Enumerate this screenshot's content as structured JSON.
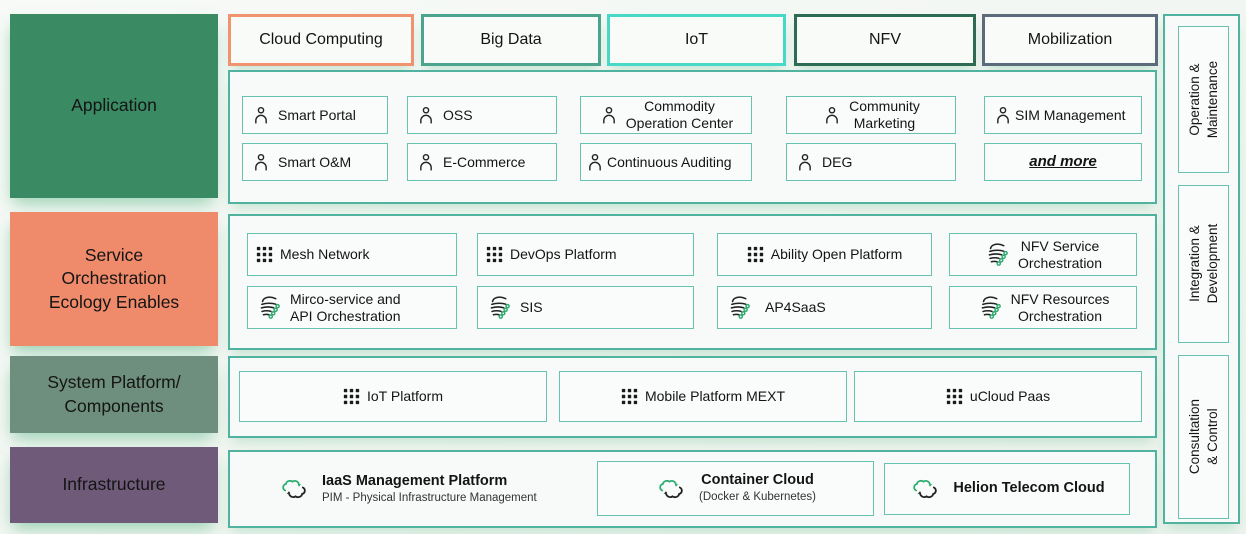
{
  "title": "Platform architecture diagram",
  "colors": {
    "application_layer": "#3a8a63",
    "service_layer": "#ef8b6b",
    "system_layer": "#6e8f7d",
    "infrastructure_layer": "#6f5b79",
    "container_border": "#4fb3a0",
    "item_border": "#68c2b0",
    "cloud_computing_border": "#f0936f",
    "big_data_border": "#4aa48e",
    "iot_border": "#47d8c8",
    "nfv_border": "#2d6b52",
    "mobilization_border": "#5b6b7b",
    "icon_green": "#2fae72"
  },
  "left_labels": {
    "application": "Application",
    "service": "Service\nOrchestration\nEcology Enables",
    "system": "System Platform/\nComponents",
    "infrastructure": "Infrastructure"
  },
  "categories": {
    "cloud": "Cloud Computing",
    "big_data": "Big Data",
    "iot": "IoT",
    "nfv": "NFV",
    "mobilization": "Mobilization"
  },
  "application": {
    "items": [
      {
        "label": "Smart Portal",
        "icon": "person"
      },
      {
        "label": "OSS",
        "icon": "person"
      },
      {
        "label": "Commodity\nOperation Center",
        "icon": "person"
      },
      {
        "label": "Community\nMarketing",
        "icon": "person"
      },
      {
        "label": "SIM Management",
        "icon": "person"
      },
      {
        "label": "Smart O&M",
        "icon": "person"
      },
      {
        "label": "E-Commerce",
        "icon": "person"
      },
      {
        "label": "Continuous Auditing",
        "icon": "person"
      },
      {
        "label": "DEG",
        "icon": "person"
      },
      {
        "label": "and more",
        "icon": "none"
      }
    ]
  },
  "service": {
    "items": [
      {
        "label": "Mesh Network",
        "icon": "grid"
      },
      {
        "label": "DevOps Platform",
        "icon": "grid"
      },
      {
        "label": "Ability Open Platform",
        "icon": "grid"
      },
      {
        "label": "NFV Service\nOrchestration",
        "icon": "orchestration"
      },
      {
        "label": "Mirco-service and\nAPI Orchestration",
        "icon": "orchestration"
      },
      {
        "label": "SIS",
        "icon": "orchestration"
      },
      {
        "label": "AP4SaaS",
        "icon": "orchestration"
      },
      {
        "label": "NFV Resources\nOrchestration",
        "icon": "orchestration"
      }
    ]
  },
  "system": {
    "items": [
      {
        "label": "IoT Platform",
        "icon": "grid"
      },
      {
        "label": "Mobile Platform MEXT",
        "icon": "grid"
      },
      {
        "label": "uCloud Paas",
        "icon": "grid"
      }
    ]
  },
  "infrastructure": {
    "items": [
      {
        "title": "IaaS Management Platform",
        "subtitle": "PIM - Physical Infrastructure Management",
        "icon": "cloud-sync"
      },
      {
        "title": "Container Cloud",
        "subtitle": "(Docker & Kubernetes)",
        "icon": "cloud-sync"
      },
      {
        "title": "Helion Telecom Cloud",
        "subtitle": "",
        "icon": "cloud-sync"
      }
    ]
  },
  "side": {
    "items": [
      {
        "label": "Operation &\nMaintenance"
      },
      {
        "label": "Integration &\nDevelopment"
      },
      {
        "label": "Consultation & Control"
      }
    ]
  }
}
